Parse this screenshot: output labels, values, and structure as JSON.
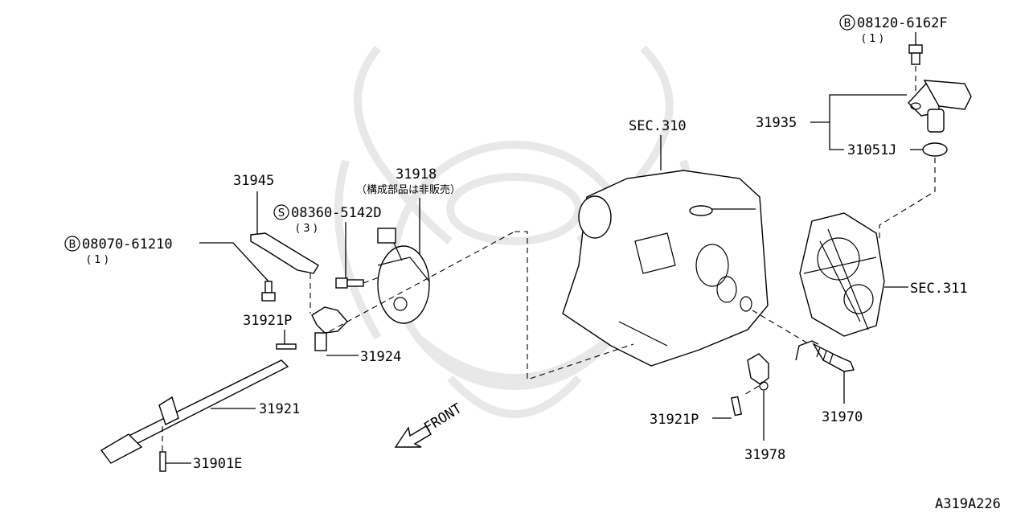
{
  "diagram": {
    "footer_code": "A319A226",
    "direction_label": "FRONT",
    "labels": {
      "p08120": "08120-6162F",
      "p08120_qty": "( 1 )",
      "p31935": "31935",
      "p31051j": "31051J",
      "sec310": "SEC.310",
      "sec311": "SEC.311",
      "p31945": "31945",
      "p31918": "31918",
      "p31918_note": "（構成部品は非販売）",
      "p08360": "08360-5142D",
      "p08360_qty": "( 3 )",
      "p08070": "08070-61210",
      "p08070_qty": "( 1 )",
      "p31921p_left": "31921P",
      "p31924": "31924",
      "p31921": "31921",
      "p31901e": "31901E",
      "p31921p_right": "31921P",
      "p31978": "31978",
      "p31970": "31970"
    },
    "circle_markers": {
      "b": "B",
      "s": "S"
    }
  }
}
